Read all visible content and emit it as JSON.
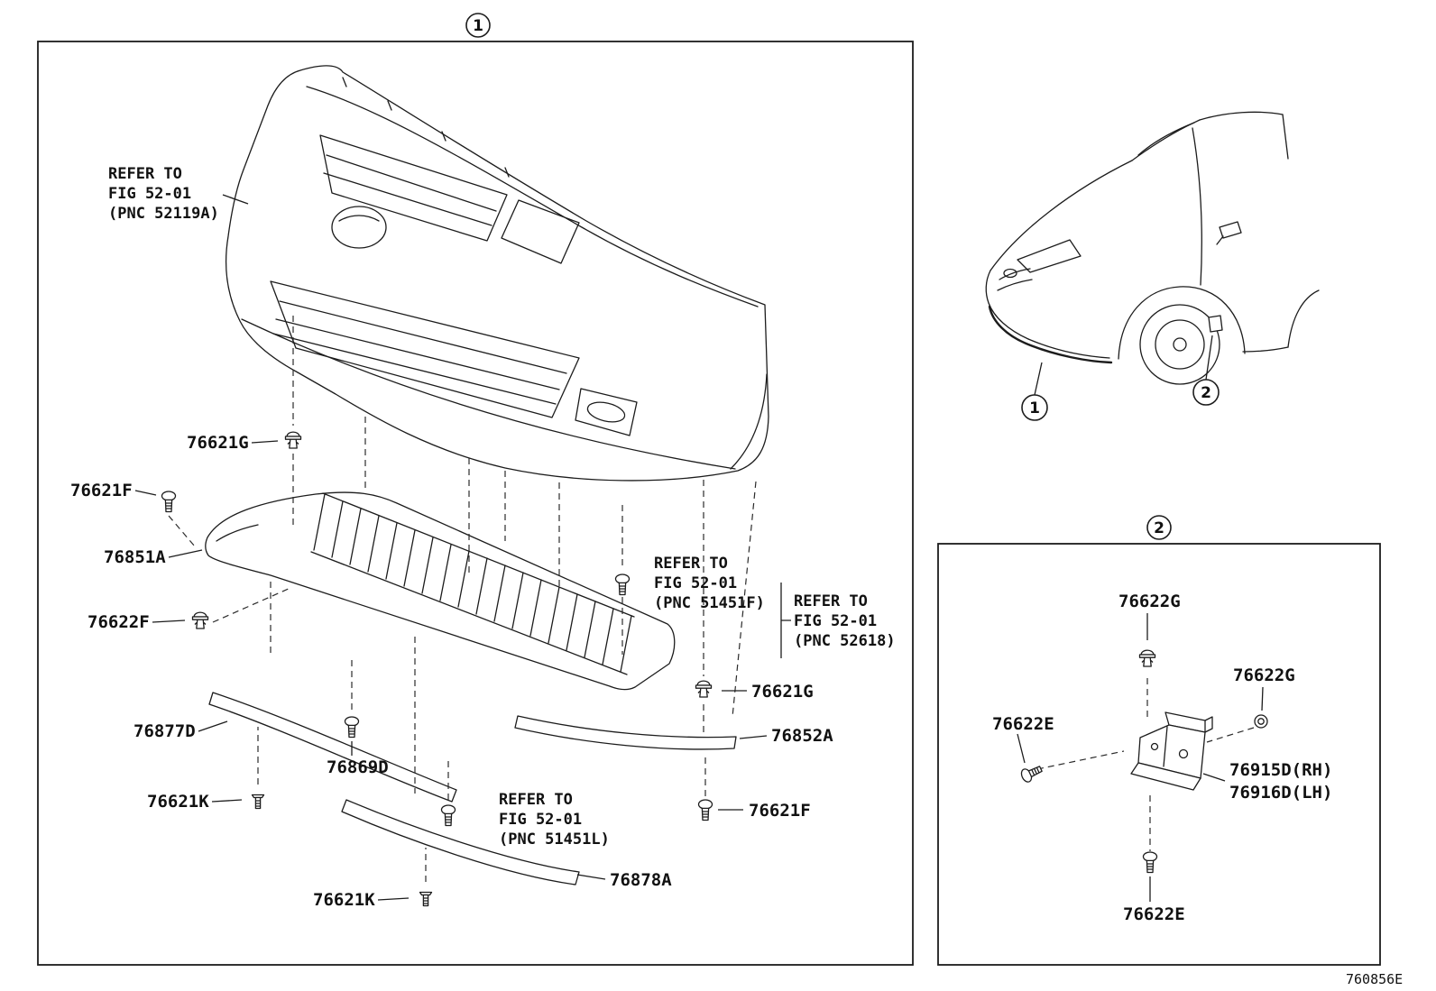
{
  "doc_number": "760856E",
  "callouts": {
    "c1": "1",
    "c2": "2"
  },
  "part_labels": {
    "p76621G": "76621G",
    "p76621F": "76621F",
    "p76851A": "76851A",
    "p76622F": "76622F",
    "p76877D": "76877D",
    "p76852A": "76852A",
    "p76869D": "76869D",
    "p76621K": "76621K",
    "p76878A": "76878A",
    "p76622G": "76622G",
    "p76622E": "76622E",
    "p76915D": "76915D(RH)",
    "p76916D": "76916D(LH)"
  },
  "refer_notes": {
    "n52119A": [
      "REFER TO",
      "FIG 52-01",
      "(PNC 52119A)"
    ],
    "n51451F": [
      "REFER TO",
      "FIG 52-01",
      "(PNC 51451F)"
    ],
    "n52618": [
      "REFER TO",
      "FIG 52-01",
      "(PNC 52618)"
    ],
    "n51451L": [
      "REFER TO",
      "FIG 52-01",
      "(PNC 51451L)"
    ]
  }
}
